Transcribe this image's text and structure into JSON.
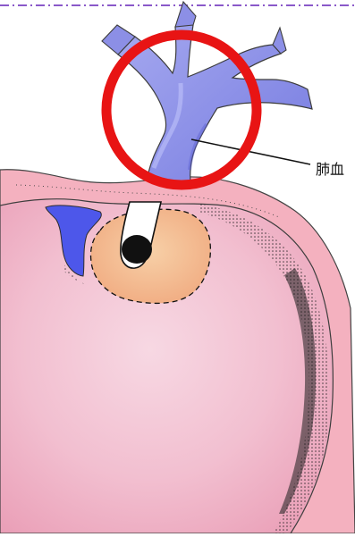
{
  "annotation": {
    "label": "肺血"
  },
  "colors": {
    "border_dash": "#8a59c9",
    "vein": "#8c8fe6",
    "vein_dark": "#6f74d8",
    "atrium_fill": "#f1b7c7",
    "wall_fill": "#f4b1bf",
    "stipple": "#1d1d1d",
    "opening": "#f0b08a",
    "blue_stump": "#4d57ea",
    "highlight_ring": "#e81414",
    "leader_line": "#111111"
  },
  "icons": {
    "highlight": "red-circle-highlight",
    "specimen": "left-atrium-pulmonary-vein-diagram"
  }
}
